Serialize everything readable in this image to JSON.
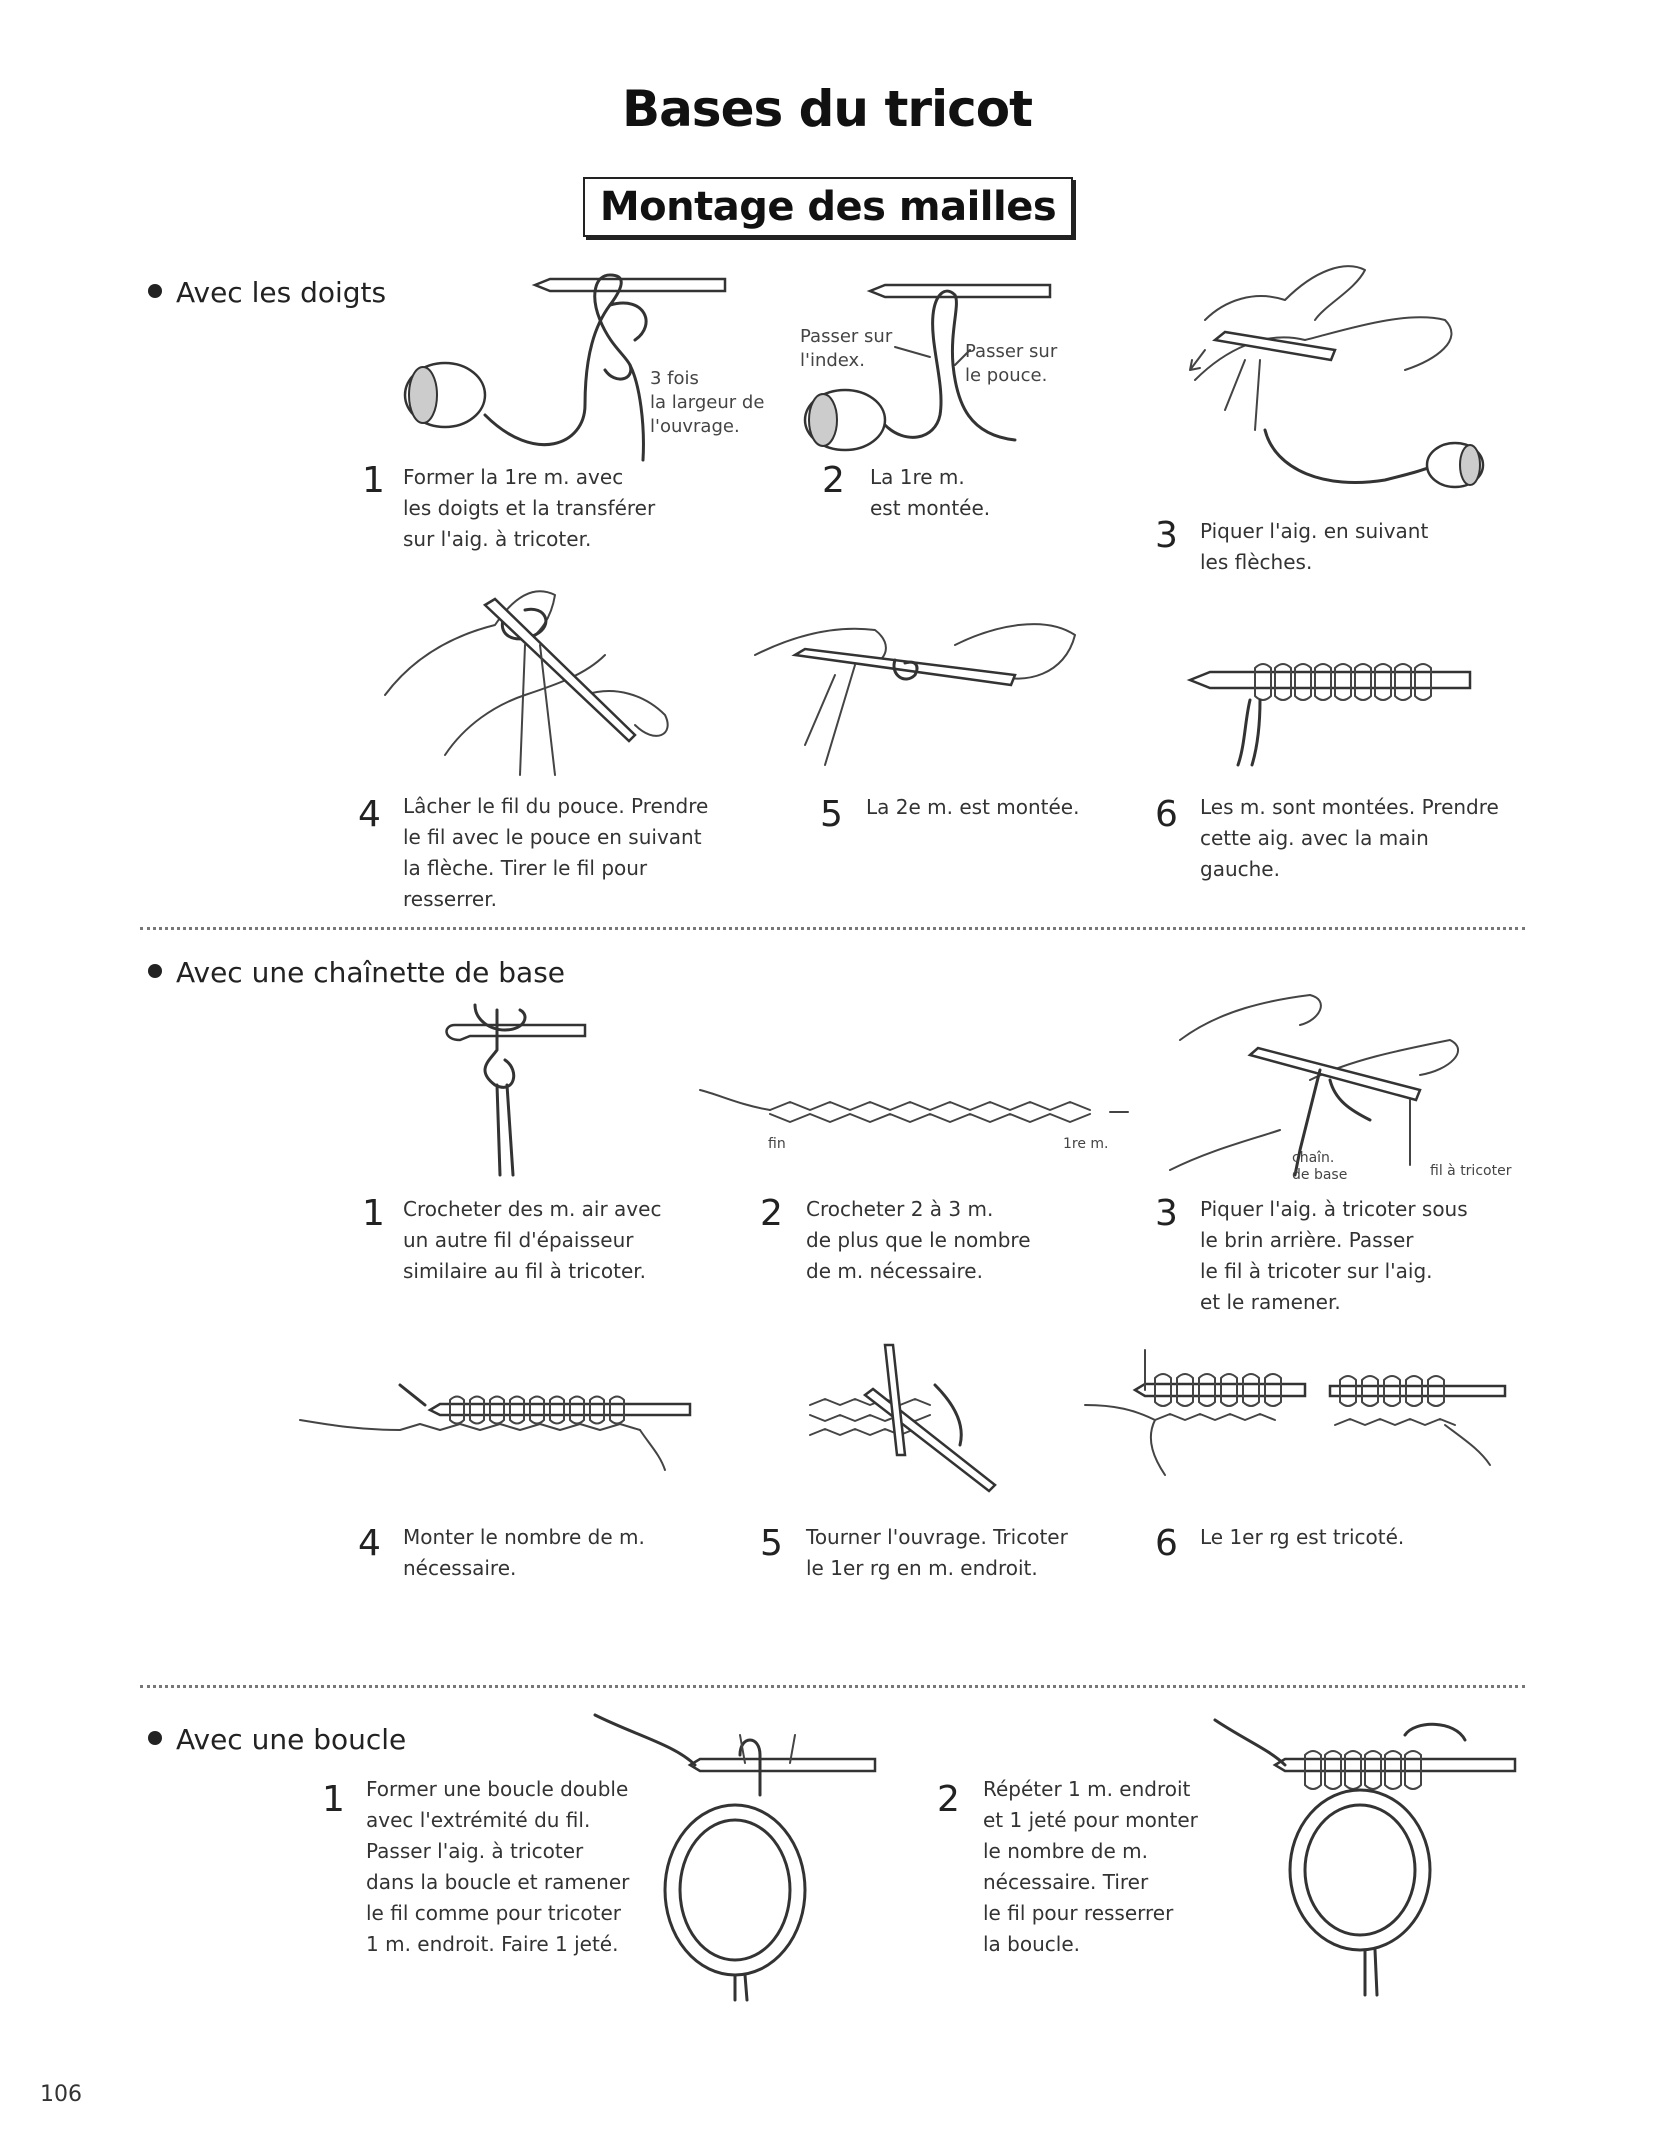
{
  "title": "Bases du tricot",
  "subtitle": "Montage des mailles",
  "sections": [
    {
      "heading": "Avec les doigts",
      "steps": [
        {
          "num": "1",
          "text": "Former la 1re m. avec\nles doigts et la transférer\nsur l'aig. à tricoter."
        },
        {
          "num": "2",
          "text": "La 1re m.\nest montée."
        },
        {
          "num": "3",
          "text": "Piquer l'aig. en suivant\nles flèches."
        },
        {
          "num": "4",
          "text": "Lâcher le fil du pouce. Prendre\nle fil avec le pouce en suivant\nla flèche. Tirer le fil pour\nresserrer."
        },
        {
          "num": "5",
          "text": "La 2e m. est montée."
        },
        {
          "num": "6",
          "text": "Les m. sont montées. Prendre\ncette aig. avec la main\ngauche."
        }
      ],
      "labels": {
        "three_times": "3 fois\nla largeur de\nl'ouvrage.",
        "index": "Passer sur\nl'index.",
        "thumb": "Passer sur\nle pouce."
      }
    },
    {
      "heading": "Avec une chaînette de base",
      "steps": [
        {
          "num": "1",
          "text": "Crocheter des m. air avec\nun autre fil d'épaisseur\nsimilaire au fil à tricoter."
        },
        {
          "num": "2",
          "text": "Crocheter 2 à 3 m.\nde plus que le nombre\nde m. nécessaire."
        },
        {
          "num": "3",
          "text": "Piquer l'aig. à tricoter sous\nle brin arrière. Passer\nle fil à tricoter sur l'aig.\net le ramener."
        },
        {
          "num": "4",
          "text": "Monter le nombre de m.\nnécessaire."
        },
        {
          "num": "5",
          "text": "Tourner l'ouvrage. Tricoter\nle 1er rg en m. endroit."
        },
        {
          "num": "6",
          "text": "Le 1er rg est tricoté."
        }
      ],
      "labels": {
        "fin": "fin",
        "first_st": "1re m.",
        "chain": "chaîn.\nde base",
        "yarn": "fil à tricoter"
      }
    },
    {
      "heading": "Avec une boucle",
      "steps": [
        {
          "num": "1",
          "text": "Former une boucle double\navec l'extrémité du fil.\nPasser l'aig. à tricoter\ndans la boucle et ramener\nle fil comme pour tricoter\n1 m. endroit. Faire 1 jeté."
        },
        {
          "num": "2",
          "text": "Répéter 1 m. endroit\net 1 jeté pour monter\nle nombre de m.\nnécessaire. Tirer\nle fil pour resserrer\nla boucle."
        }
      ]
    }
  ],
  "page_number": "106"
}
